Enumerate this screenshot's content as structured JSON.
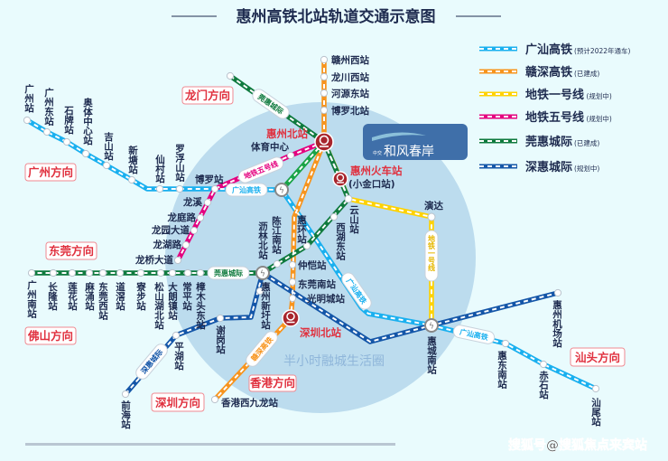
{
  "title": "惠州高铁北站轨道交通示意图",
  "legend": [
    {
      "name": "广汕高铁",
      "note": "(预计2022年通车)",
      "color": "#1ab0ef"
    },
    {
      "name": "赣深高铁",
      "note": "(已建成)",
      "color": "#f7941d"
    },
    {
      "name": "地铁一号线",
      "note": "(规划中)",
      "color": "#ffd200"
    },
    {
      "name": "地铁五号线",
      "note": "(规划中)",
      "color": "#e4007f"
    },
    {
      "name": "莞惠城际",
      "note": "(已建成)",
      "color": "#0f7a3e"
    },
    {
      "name": "深惠城际",
      "note": "(规划中)",
      "color": "#1456a8"
    }
  ],
  "directions": {
    "longmen": "龙门方向",
    "guangzhou": "广州方向",
    "dongguan": "东莞方向",
    "foshan": "佛山方向",
    "shenzhen": "深圳方向",
    "hongkong": "香港方向",
    "shantou": "汕头方向"
  },
  "line_tags": {
    "gs1": "广汕高铁",
    "gs2": "广汕高铁",
    "gs3": "广汕高铁",
    "gh1": "莞惠城际",
    "gh2": "莞惠城际",
    "m5": "地铁五号线",
    "m1": "地铁一号线",
    "gsz": "赣深高铁",
    "sh": "深惠城际"
  },
  "hubs": {
    "huizhou_north": "惠州北站",
    "huizhou_rail": "惠州火车站",
    "xiaojinkou": "(小金口站)",
    "shenzhen_north": "深圳北站"
  },
  "stations": {
    "guangshan": [
      "广州站",
      "广州东站",
      "石牌站",
      "奥体中心站",
      "吉山站",
      "新塘站",
      "仙村站",
      "罗浮山站",
      "博罗站",
      "惠城南站",
      "惠东南站",
      "赤石站",
      "汕尾站"
    ],
    "ganshen": [
      "赣州西站",
      "龙川西站",
      "河源东站",
      "博罗北站",
      "惠环站",
      "仲恺站",
      "东莞南站",
      "光明城站",
      "香港西九龙站"
    ],
    "metro5": [
      "体育中心",
      "龙溪",
      "龙庭路",
      "龙园大道",
      "龙湖路",
      "龙桥大道"
    ],
    "metro1": [
      "云山站",
      "演达"
    ],
    "guanhui": [
      "广州南站",
      "长隆站",
      "莲花站",
      "麻涌站",
      "东莞西站",
      "道滘站",
      "寮步站",
      "松山湖北站",
      "大朗镇站",
      "常平站",
      "樟木头东站",
      "沥林北站",
      "陈江南站",
      "西湖东站"
    ],
    "shenhui": [
      "前海站",
      "平湖站",
      "谢岗站",
      "惠州新圩站",
      "惠州机场站"
    ]
  },
  "circle_label": "半小时融城生活圈",
  "brand": {
    "name": "和风春岸",
    "prefix": "中交"
  },
  "watermark": "搜狐号@搜狐焦点来宾站"
}
